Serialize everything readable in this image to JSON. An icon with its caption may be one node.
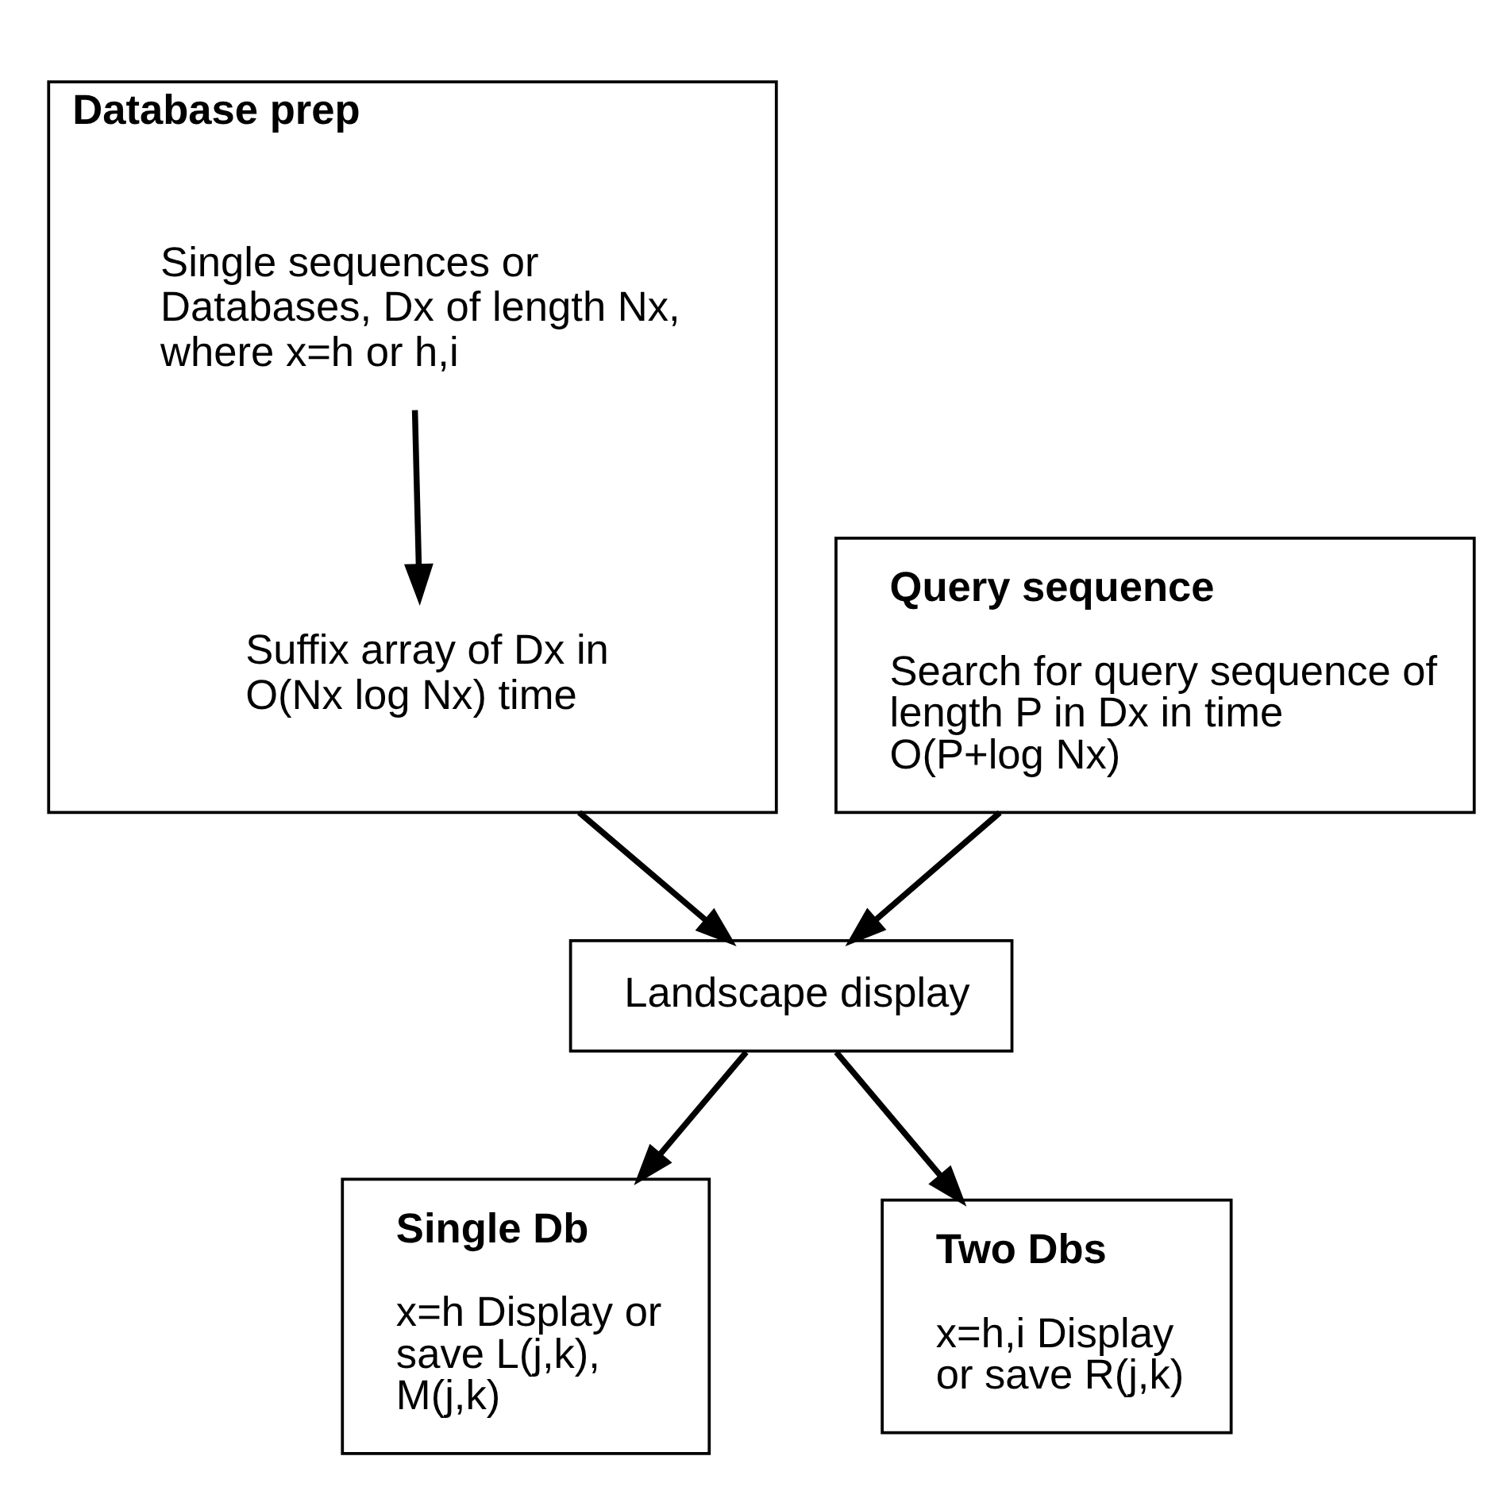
{
  "diagram": {
    "nodes": [
      {
        "text": [
          "Database prep"
        ]
      },
      {
        "text": [
          "Single sequences or Databases, Dx of length Nx, where x=h or h,i"
        ],
        "in": 0
      },
      {
        "text": [
          "Suffix array of Dx in O(Nx log Nx) time"
        ],
        "in": 0
      },
      {
        "text": [
          "Query sequence",
          "Search for query sequence of length P in Dx in time O(P+log Nx)"
        ]
      },
      {
        "text": [
          "Landscape display"
        ]
      },
      {
        "text": [
          "Single Db",
          "x=h Display or save L(j,k), M(j,k)"
        ]
      },
      {
        "text": [
          "Two Dbs",
          "x=h,i Display or save R(j,k)"
        ]
      }
    ],
    "edges": [
      {
        "from": 1,
        "to": 2,
        "arrow": "to"
      },
      {
        "from": 0,
        "to": 4,
        "arrow": "to"
      },
      {
        "from": 3,
        "to": 4,
        "arrow": "to"
      },
      {
        "from": 4,
        "to": 5,
        "arrow": "to"
      },
      {
        "from": 4,
        "to": 6,
        "arrow": "to"
      }
    ]
  }
}
